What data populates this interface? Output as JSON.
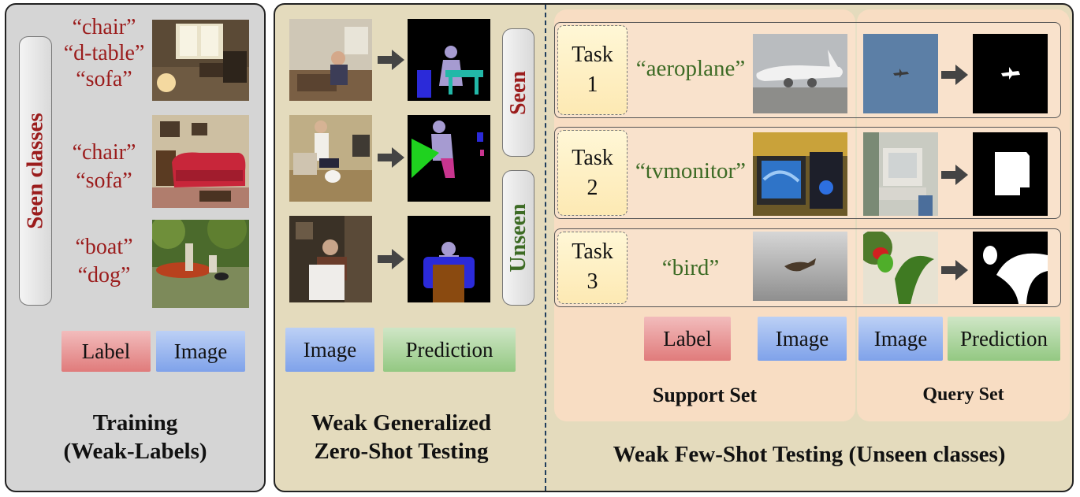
{
  "training": {
    "side_label": "Seen classes",
    "groups": [
      {
        "lines": [
          "“chair”",
          "“d-table”",
          "“sofa”"
        ]
      },
      {
        "lines": [
          "“chair”",
          "“sofa”"
        ]
      },
      {
        "lines": [
          "“boat”",
          "“dog”"
        ]
      }
    ],
    "legend_label": "Label",
    "legend_image": "Image",
    "title_line1": "Training",
    "title_line2": "(Weak-Labels)"
  },
  "zeroshot": {
    "seen_tag": "Seen",
    "unseen_tag": "Unseen",
    "legend_image": "Image",
    "legend_prediction": "Prediction",
    "title_line1": "Weak Generalized",
    "title_line2": "Zero-Shot Testing"
  },
  "fewshot": {
    "tasks": [
      {
        "task_word": "Task",
        "task_num": "1",
        "class_name": "“aeroplane”"
      },
      {
        "task_word": "Task",
        "task_num": "2",
        "class_name": "“tvmonitor”"
      },
      {
        "task_word": "Task",
        "task_num": "3",
        "class_name": "“bird”"
      }
    ],
    "support_label": "Label",
    "support_image": "Image",
    "query_image": "Image",
    "query_prediction": "Prediction",
    "support_title": "Support Set",
    "query_title": "Query Set",
    "title": "Weak Few-Shot Testing (Unseen classes)"
  },
  "colors": {
    "seen_red": "#9b1c1c",
    "unseen_green": "#3d6b25",
    "training_bg": "#d5d5d5",
    "testing_bg": "#e4dbbd",
    "set_bg": "#f8ddc3"
  }
}
